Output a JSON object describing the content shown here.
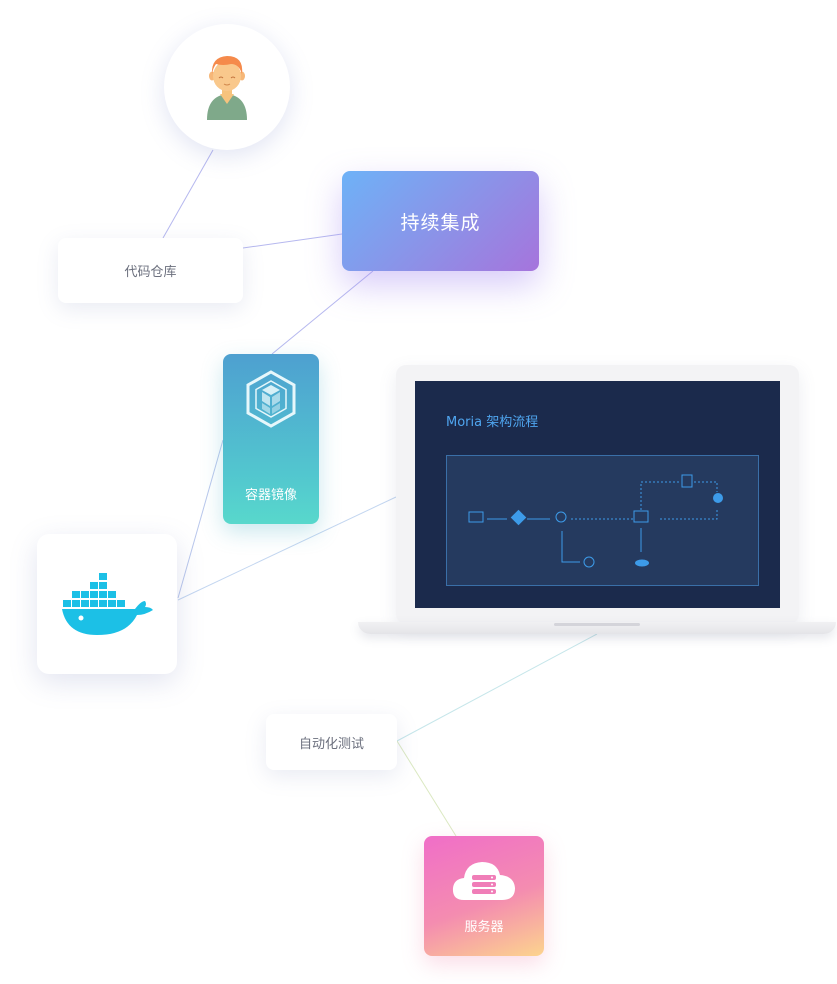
{
  "nodes": {
    "repo_label": "代码仓库",
    "ci_label": "持续集成",
    "registry_label": "容器镜像",
    "autotest_label": "自动化测试",
    "server_label": "服务器"
  },
  "screen": {
    "title": "Moria 架构流程"
  },
  "icons": {
    "avatar": "user-avatar-icon",
    "registry": "container-registry-icon",
    "docker": "docker-whale-icon",
    "server": "cloud-server-icon"
  },
  "colors": {
    "ci_gradient": [
      "#6eb2f7",
      "#a674dc"
    ],
    "registry_gradient": [
      "#4ea0d0",
      "#58d8cc"
    ],
    "server_gradient": [
      "#f06ec8",
      "#fcd48e"
    ],
    "docker_blue": "#1cc0e6",
    "screen_bg": "#1b2a4c"
  }
}
